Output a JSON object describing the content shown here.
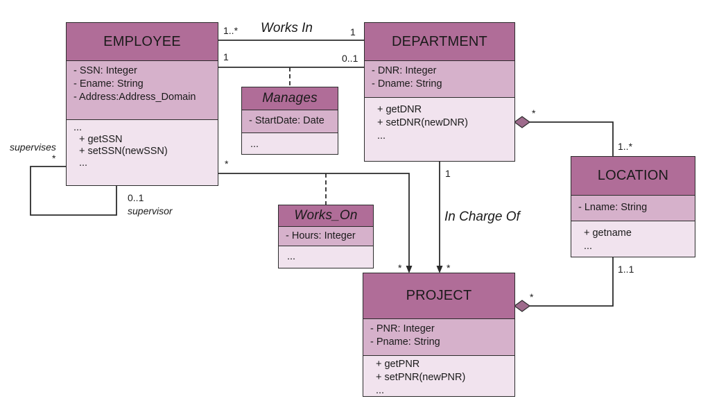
{
  "classes": {
    "employee": {
      "name": "EMPLOYEE",
      "attributes": [
        "- SSN: Integer",
        "- Ename: String",
        "- Address:Address_Domain"
      ],
      "methods": [
        "...",
        "+ getSSN",
        "+ setSSN(newSSN)",
        "..."
      ]
    },
    "department": {
      "name": "DEPARTMENT",
      "attributes": [
        "- DNR: Integer",
        "- Dname: String"
      ],
      "methods": [
        "+ getDNR",
        "+ setDNR(newDNR)",
        "..."
      ]
    },
    "location": {
      "name": "LOCATION",
      "attributes": [
        "- Lname: String"
      ],
      "methods": [
        "+ getname",
        "..."
      ]
    },
    "project": {
      "name": "PROJECT",
      "attributes": [
        "- PNR: Integer",
        "- Pname: String"
      ],
      "methods": [
        "+ getPNR",
        "+ setPNR(newPNR)",
        "..."
      ]
    }
  },
  "association_classes": {
    "manages": {
      "name": "Manages",
      "attributes": [
        "- StartDate: Date"
      ],
      "methods": [
        "..."
      ]
    },
    "works_on": {
      "name": "Works_On",
      "attributes": [
        "- Hours: Integer"
      ],
      "methods": [
        "..."
      ]
    }
  },
  "associations": {
    "works_in": {
      "label": "Works In",
      "emp_mult": "1..*",
      "dept_mult": "1"
    },
    "manages": {
      "emp_mult": "1",
      "dept_mult": "0..1"
    },
    "supervision": {
      "supervises_label": "supervises",
      "supervises_mult": "*",
      "supervisor_label": "supervisor",
      "supervisor_mult": "0..1"
    },
    "works_on": {
      "emp_mult": "*",
      "proj_mult": "*"
    },
    "in_charge_of": {
      "label": "In Charge Of",
      "dept_mult": "1",
      "proj_mult": "*"
    },
    "dept_location": {
      "dept_mult": "*",
      "loc_mult": "1..*"
    },
    "project_location": {
      "proj_mult": "*",
      "loc_mult": "1..1"
    }
  },
  "colors": {
    "header": "#b06d98",
    "attributes": "#d6b1cb",
    "methods": "#f1e3ee",
    "line": "#2b2b2b",
    "diamond": "#9e6b8c"
  }
}
